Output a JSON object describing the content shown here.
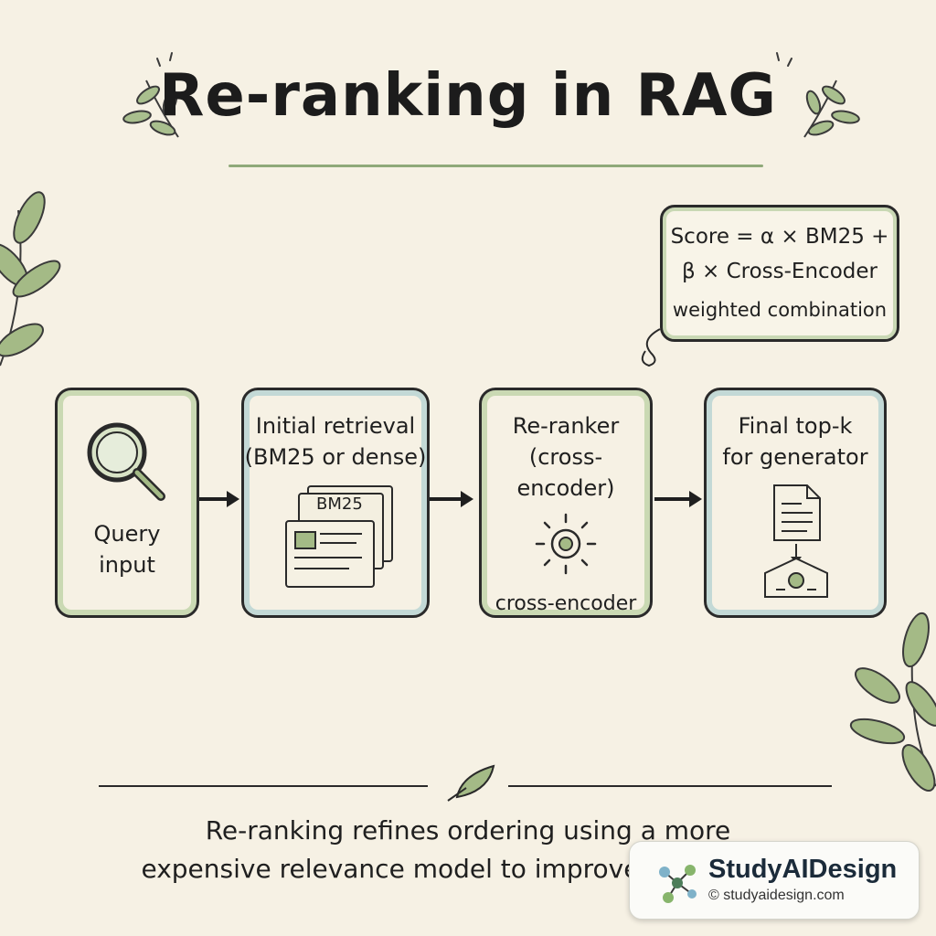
{
  "title": "Re-ranking in RAG",
  "formula": {
    "line1": "Score = α × BM25 +",
    "line2": "β × Cross-Encoder",
    "line3": "weighted combination"
  },
  "nodes": [
    {
      "id": "query",
      "label_lines": [
        "Query",
        "input"
      ],
      "icon": "magnifier-icon"
    },
    {
      "id": "retrieval",
      "label_lines": [
        "Initial retrieval",
        "(BM25 or dense)"
      ],
      "icon": "document-stack-icon",
      "doc_tag": "BM25"
    },
    {
      "id": "reranker",
      "label_lines": [
        "Re-ranker",
        "(cross-encoder)"
      ],
      "icon": "sun-icon",
      "sublabel": "cross-encoder"
    },
    {
      "id": "final",
      "label_lines": [
        "Final top-k",
        "for generator"
      ],
      "icon": "document-to-generator-icon"
    }
  ],
  "caption": {
    "line1": "Re-ranking refines ordering using a more",
    "line2": "expensive relevance model to improve generation."
  },
  "watermark": {
    "name": "StudyAIDesign",
    "url": "© studyaidesign.com"
  },
  "colors": {
    "background": "#f6f1e4",
    "ink": "#1f1f1f",
    "leaf_green": "#8fa979",
    "box_green_border": "#cad9b3",
    "box_blue_border": "#c3d9d6"
  }
}
